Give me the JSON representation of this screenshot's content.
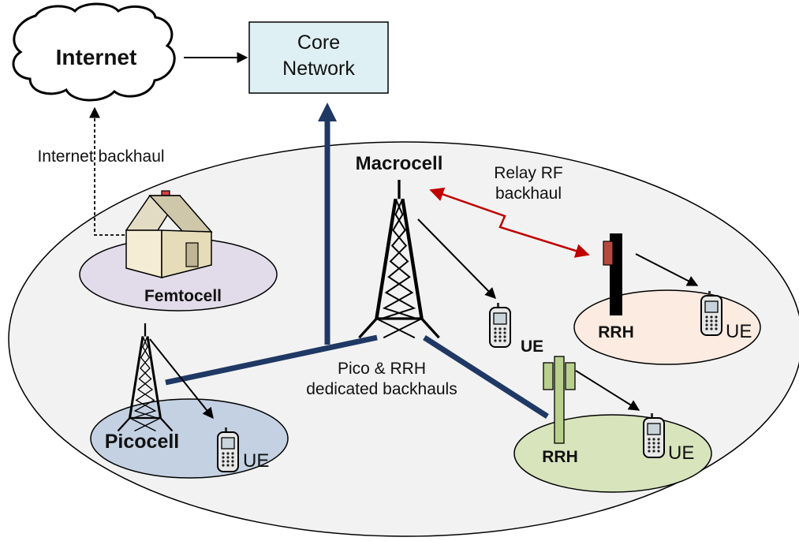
{
  "labels": {
    "internet": "Internet",
    "core_line1": "Core",
    "core_line2": "Network",
    "internet_backhaul": "Internet backhaul",
    "macrocell": "Macrocell",
    "relay_line1": "Relay RF",
    "relay_line2": "backhaul",
    "femtocell": "Femtocell",
    "ue": "UE",
    "rrh": "RRH",
    "picocell": "Picocell",
    "dedicated_line1": "Pico & RRH",
    "dedicated_line2": "dedicated backhauls"
  },
  "colors": {
    "core_box_fill": "#dff0f4",
    "coverage_fill": "#f2f2f2",
    "femto_fill": "#e2dcea",
    "pico_fill": "#c3d1e2",
    "rrh_green_fill": "#d8e4bc",
    "rrh_relay_fill": "#fcebe0",
    "backhaul_blue": "#1f3864",
    "relay_red": "#c00000",
    "mast_green": "#b9cf8c",
    "relay_panel": "#b44a3e"
  }
}
